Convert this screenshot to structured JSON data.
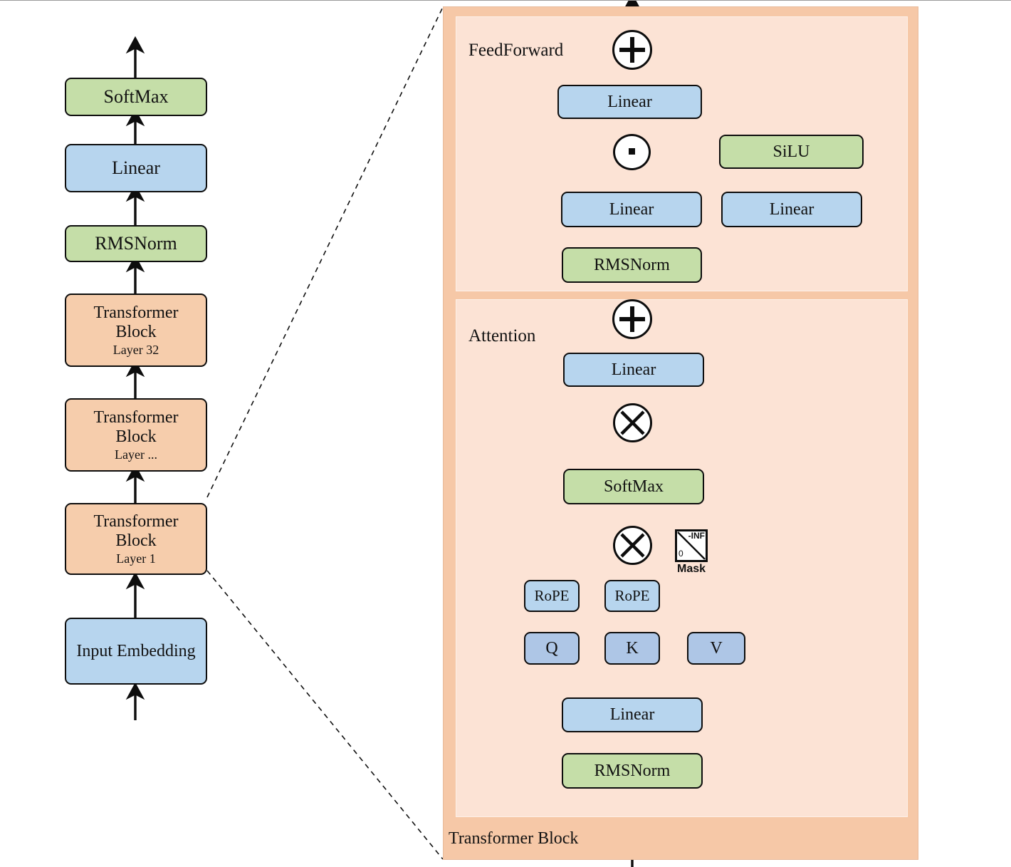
{
  "figure": {
    "title": "Transformer (LLaMA-style) architecture diagram",
    "palette": {
      "green": "#c5dea8",
      "blue": "#b7d5ee",
      "blue_dark": "#aec6e6",
      "orange": "#f6cdac",
      "outer_panel": "#f6c8a7",
      "inner_panel": "#fce3d5",
      "stroke": "#0d0d0d",
      "background": "#ffffff"
    }
  },
  "stack": {
    "name": "model-stack",
    "nodes": [
      {
        "label": "SoftMax",
        "sublabel": "",
        "color": "green"
      },
      {
        "label": "Linear",
        "sublabel": "",
        "color": "blue"
      },
      {
        "label": "RMSNorm",
        "sublabel": "",
        "color": "green"
      },
      {
        "label": "Transformer Block",
        "sublabel": "Layer 32",
        "color": "orange"
      },
      {
        "label": "Transformer Block",
        "sublabel": "Layer ...",
        "color": "orange"
      },
      {
        "label": "Transformer Block",
        "sublabel": "Layer 1",
        "color": "orange"
      },
      {
        "label": "Input Embedding",
        "sublabel": "",
        "color": "blue"
      }
    ]
  },
  "detail": {
    "container_label": "Transformer Block",
    "feedforward": {
      "label": "FeedForward",
      "nodes": {
        "out_linear": "Linear",
        "gate_linear": "Linear",
        "up_linear": "Linear",
        "activation": "SiLU",
        "norm": "RMSNorm"
      },
      "ops": {
        "residual_add": "plus-operator",
        "elementwise_multiply": "dot-product-operator"
      }
    },
    "attention": {
      "label": "Attention",
      "nodes": {
        "out_linear": "Linear",
        "softmax": "SoftMax",
        "rope_q": "RoPE",
        "rope_k": "RoPE",
        "q": "Q",
        "k": "K",
        "v": "V",
        "qkv_linear": "Linear",
        "norm": "RMSNorm"
      },
      "mask": {
        "caption": "Mask",
        "upper_value": "-INF",
        "lower_value": "0"
      },
      "ops": {
        "residual_add": "plus-operator",
        "scores_matmul": "cross-multiply-operator",
        "context_matmul": "cross-multiply-operator"
      }
    }
  }
}
